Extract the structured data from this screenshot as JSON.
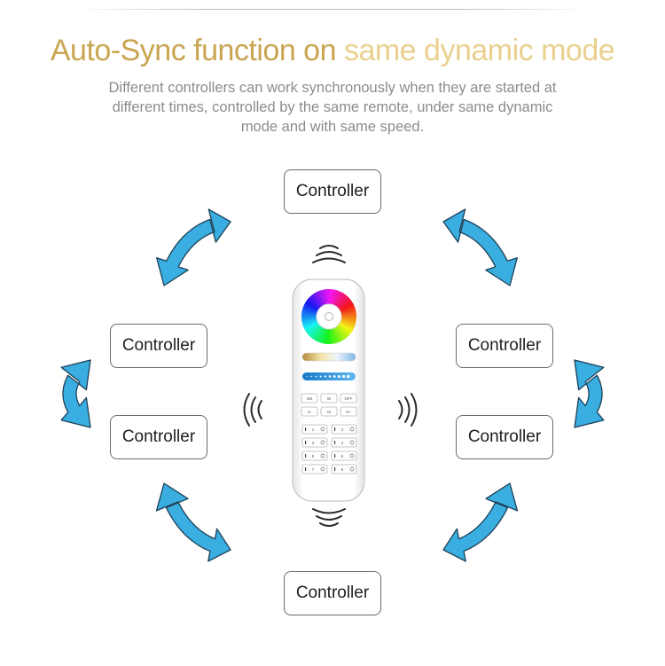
{
  "header": {
    "title_part1": "Auto-Sync function on ",
    "title_part2": "same dynamic mode",
    "subtitle_lines": [
      "Different controllers can work synchronously when they are started at",
      "different times, controlled by the same remote, under same dynamic",
      "mode and with same speed."
    ]
  },
  "controllers": {
    "top": "Controller",
    "left_upper": "Controller",
    "left_lower": "Controller",
    "right_upper": "Controller",
    "right_lower": "Controller",
    "bottom": "Controller"
  },
  "remote": {
    "row1": [
      "ON",
      "W",
      "OFF"
    ],
    "row2": [
      "S-",
      "M",
      "S+"
    ],
    "zone_keys": [
      "1",
      "2",
      "3",
      "4",
      "5",
      "6",
      "7",
      "8"
    ]
  },
  "colors": {
    "title_gold": "#c9a552",
    "title_light_gold": "#e9d08e",
    "arrow_blue": "#3aaee0",
    "arrow_outline": "#1d3f57"
  }
}
